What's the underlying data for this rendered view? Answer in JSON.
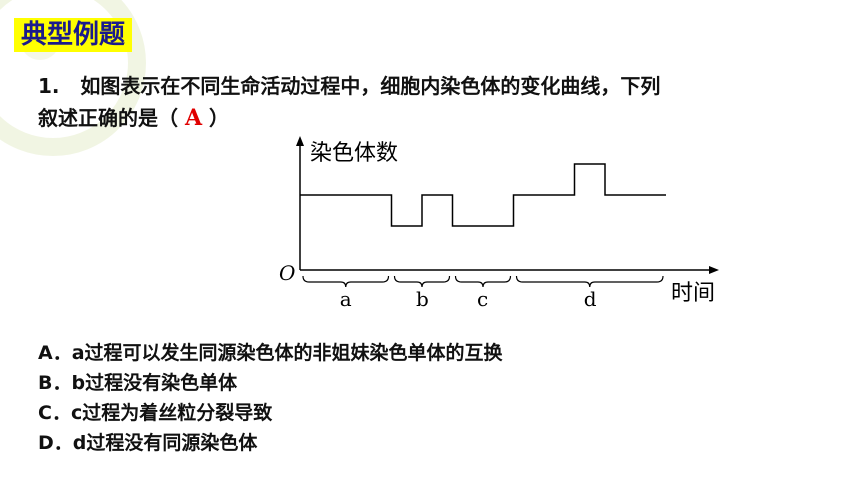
{
  "title": "典型例题",
  "question": {
    "number": "1.",
    "text_line1": "如图表示在不同生命活动过程中，细胞内染色体的变化曲线，下列",
    "text_line2_prefix": "叙述正确的是（",
    "answer": "A",
    "text_line2_suffix": "）"
  },
  "chart_data": {
    "type": "line",
    "ylabel": "染色体数",
    "xlabel": "时间",
    "origin_label": "O",
    "segments": [
      "a",
      "b",
      "c",
      "d"
    ],
    "x": [
      0,
      3,
      3,
      4,
      4,
      5,
      5,
      7,
      7,
      9,
      9,
      10,
      10,
      12
    ],
    "y": [
      2,
      2,
      1,
      1,
      2,
      2,
      1,
      1,
      2,
      2,
      3,
      3,
      2,
      2
    ]
  },
  "options": [
    {
      "key": "A",
      "text": "A．a过程可以发生同源染色体的非姐妹染色单体的互换"
    },
    {
      "key": "B",
      "text": "B．b过程没有染色单体"
    },
    {
      "key": "C",
      "text": "C．c过程为着丝粒分裂导致"
    },
    {
      "key": "D",
      "text": "D．d过程没有同源染色体"
    }
  ]
}
